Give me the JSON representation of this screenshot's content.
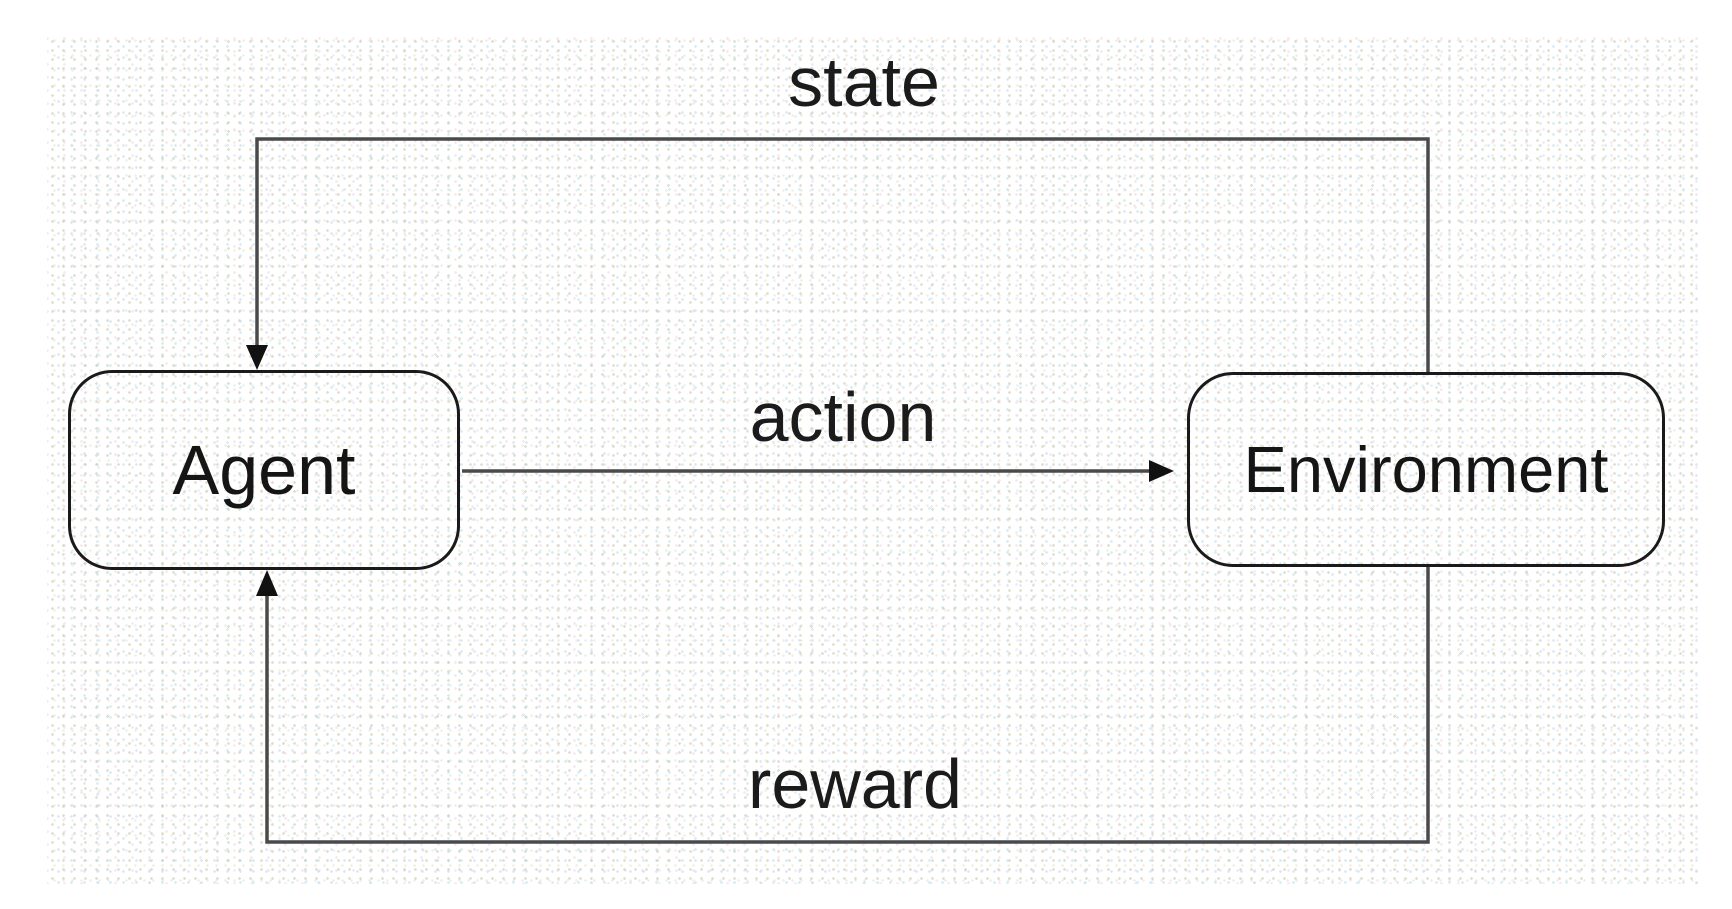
{
  "diagram": {
    "type": "reinforcement-learning-loop",
    "nodes": [
      {
        "id": "agent",
        "label": "Agent"
      },
      {
        "id": "environment",
        "label": "Environment"
      }
    ],
    "edges": [
      {
        "id": "state",
        "label": "state",
        "from": "environment",
        "to": "agent"
      },
      {
        "id": "action",
        "label": "action",
        "from": "agent",
        "to": "environment"
      },
      {
        "id": "reward",
        "label": "reward",
        "from": "environment",
        "to": "agent"
      }
    ],
    "colors": {
      "line": "#4a4a4a",
      "arrowhead": "#111111",
      "node_border": "#1a1a1a",
      "text": "#1b1b1b",
      "background": "#ffffff"
    }
  }
}
